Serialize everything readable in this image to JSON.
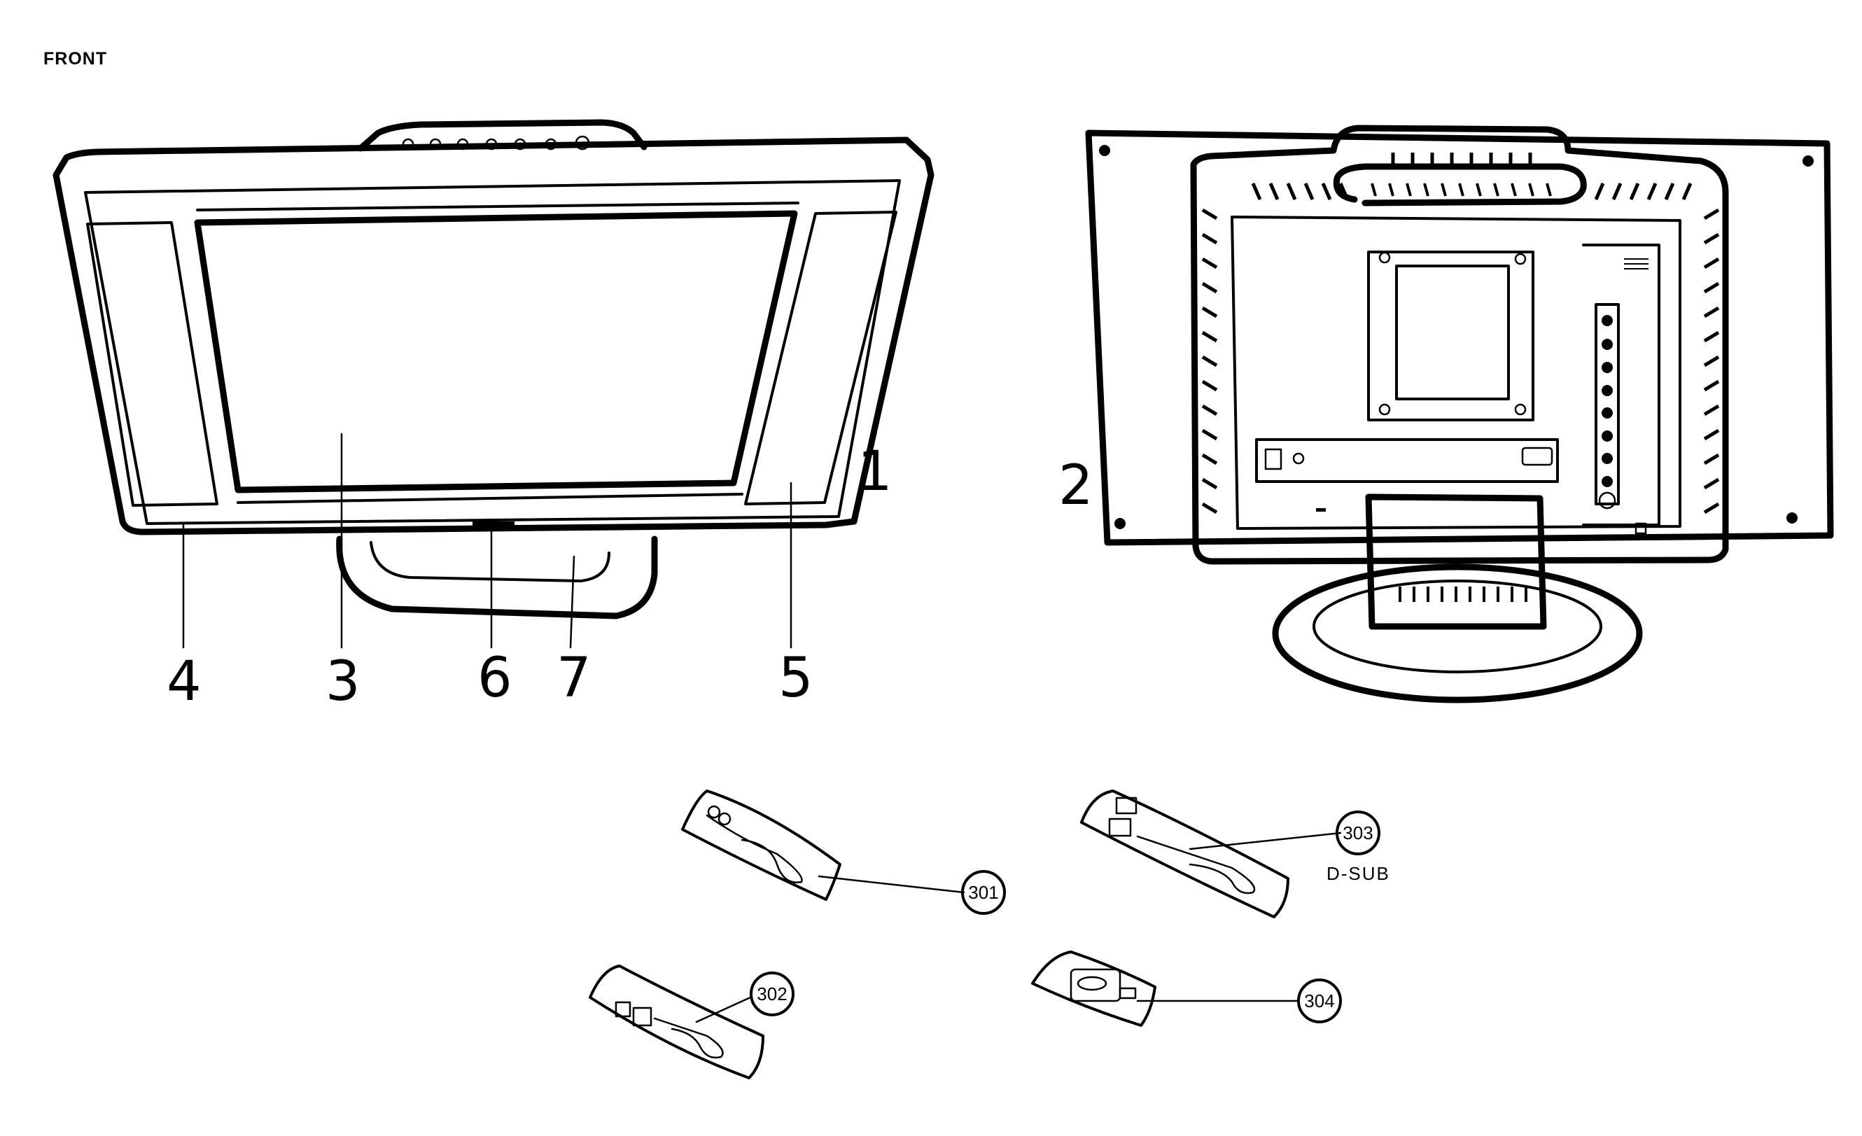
{
  "view_label": "FRONT",
  "front_callouts": {
    "c1": "1",
    "c3": "3",
    "c4": "4",
    "c5": "5",
    "c6": "6",
    "c7": "7"
  },
  "rear_callouts": {
    "c2": "2"
  },
  "accessory_callouts": {
    "a301": "301",
    "a302": "302",
    "a303": "303",
    "a304": "304"
  },
  "dsub_label": "D-SUB"
}
